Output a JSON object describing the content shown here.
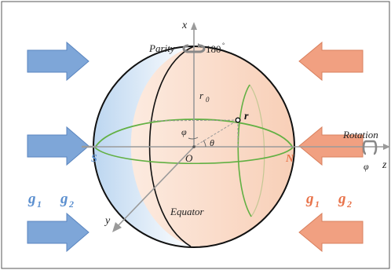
{
  "labels": {
    "x_axis": "x",
    "y_axis": "y",
    "z_axis": "z",
    "parity": "Parity",
    "parity_angle": "180",
    "degree_mark": "°",
    "r0": "r",
    "r0_sub": "0",
    "r_vec": "r",
    "phi": "φ",
    "theta": "θ",
    "origin": "O",
    "south": "S",
    "north": "N",
    "equator": "Equator",
    "rotation": "Rotation",
    "rotation_phi": "φ",
    "g1": "g",
    "g1_sub": "1",
    "g2": "g",
    "g2_sub": "2"
  },
  "colors": {
    "left_arrow": "#7ea6d8",
    "left_arrow_stroke": "#5b86c0",
    "right_arrow": "#f1a081",
    "right_arrow_stroke": "#d9805e",
    "south_label": "#5b8fcf",
    "north_label": "#e8734a",
    "left_g": "#5b8fcf",
    "right_g": "#e8734a",
    "curve_green": "#62b043",
    "axis_gray": "#9a9a9a",
    "sphere_left": "#cfe0f3",
    "sphere_right": "#fbe4d6"
  }
}
